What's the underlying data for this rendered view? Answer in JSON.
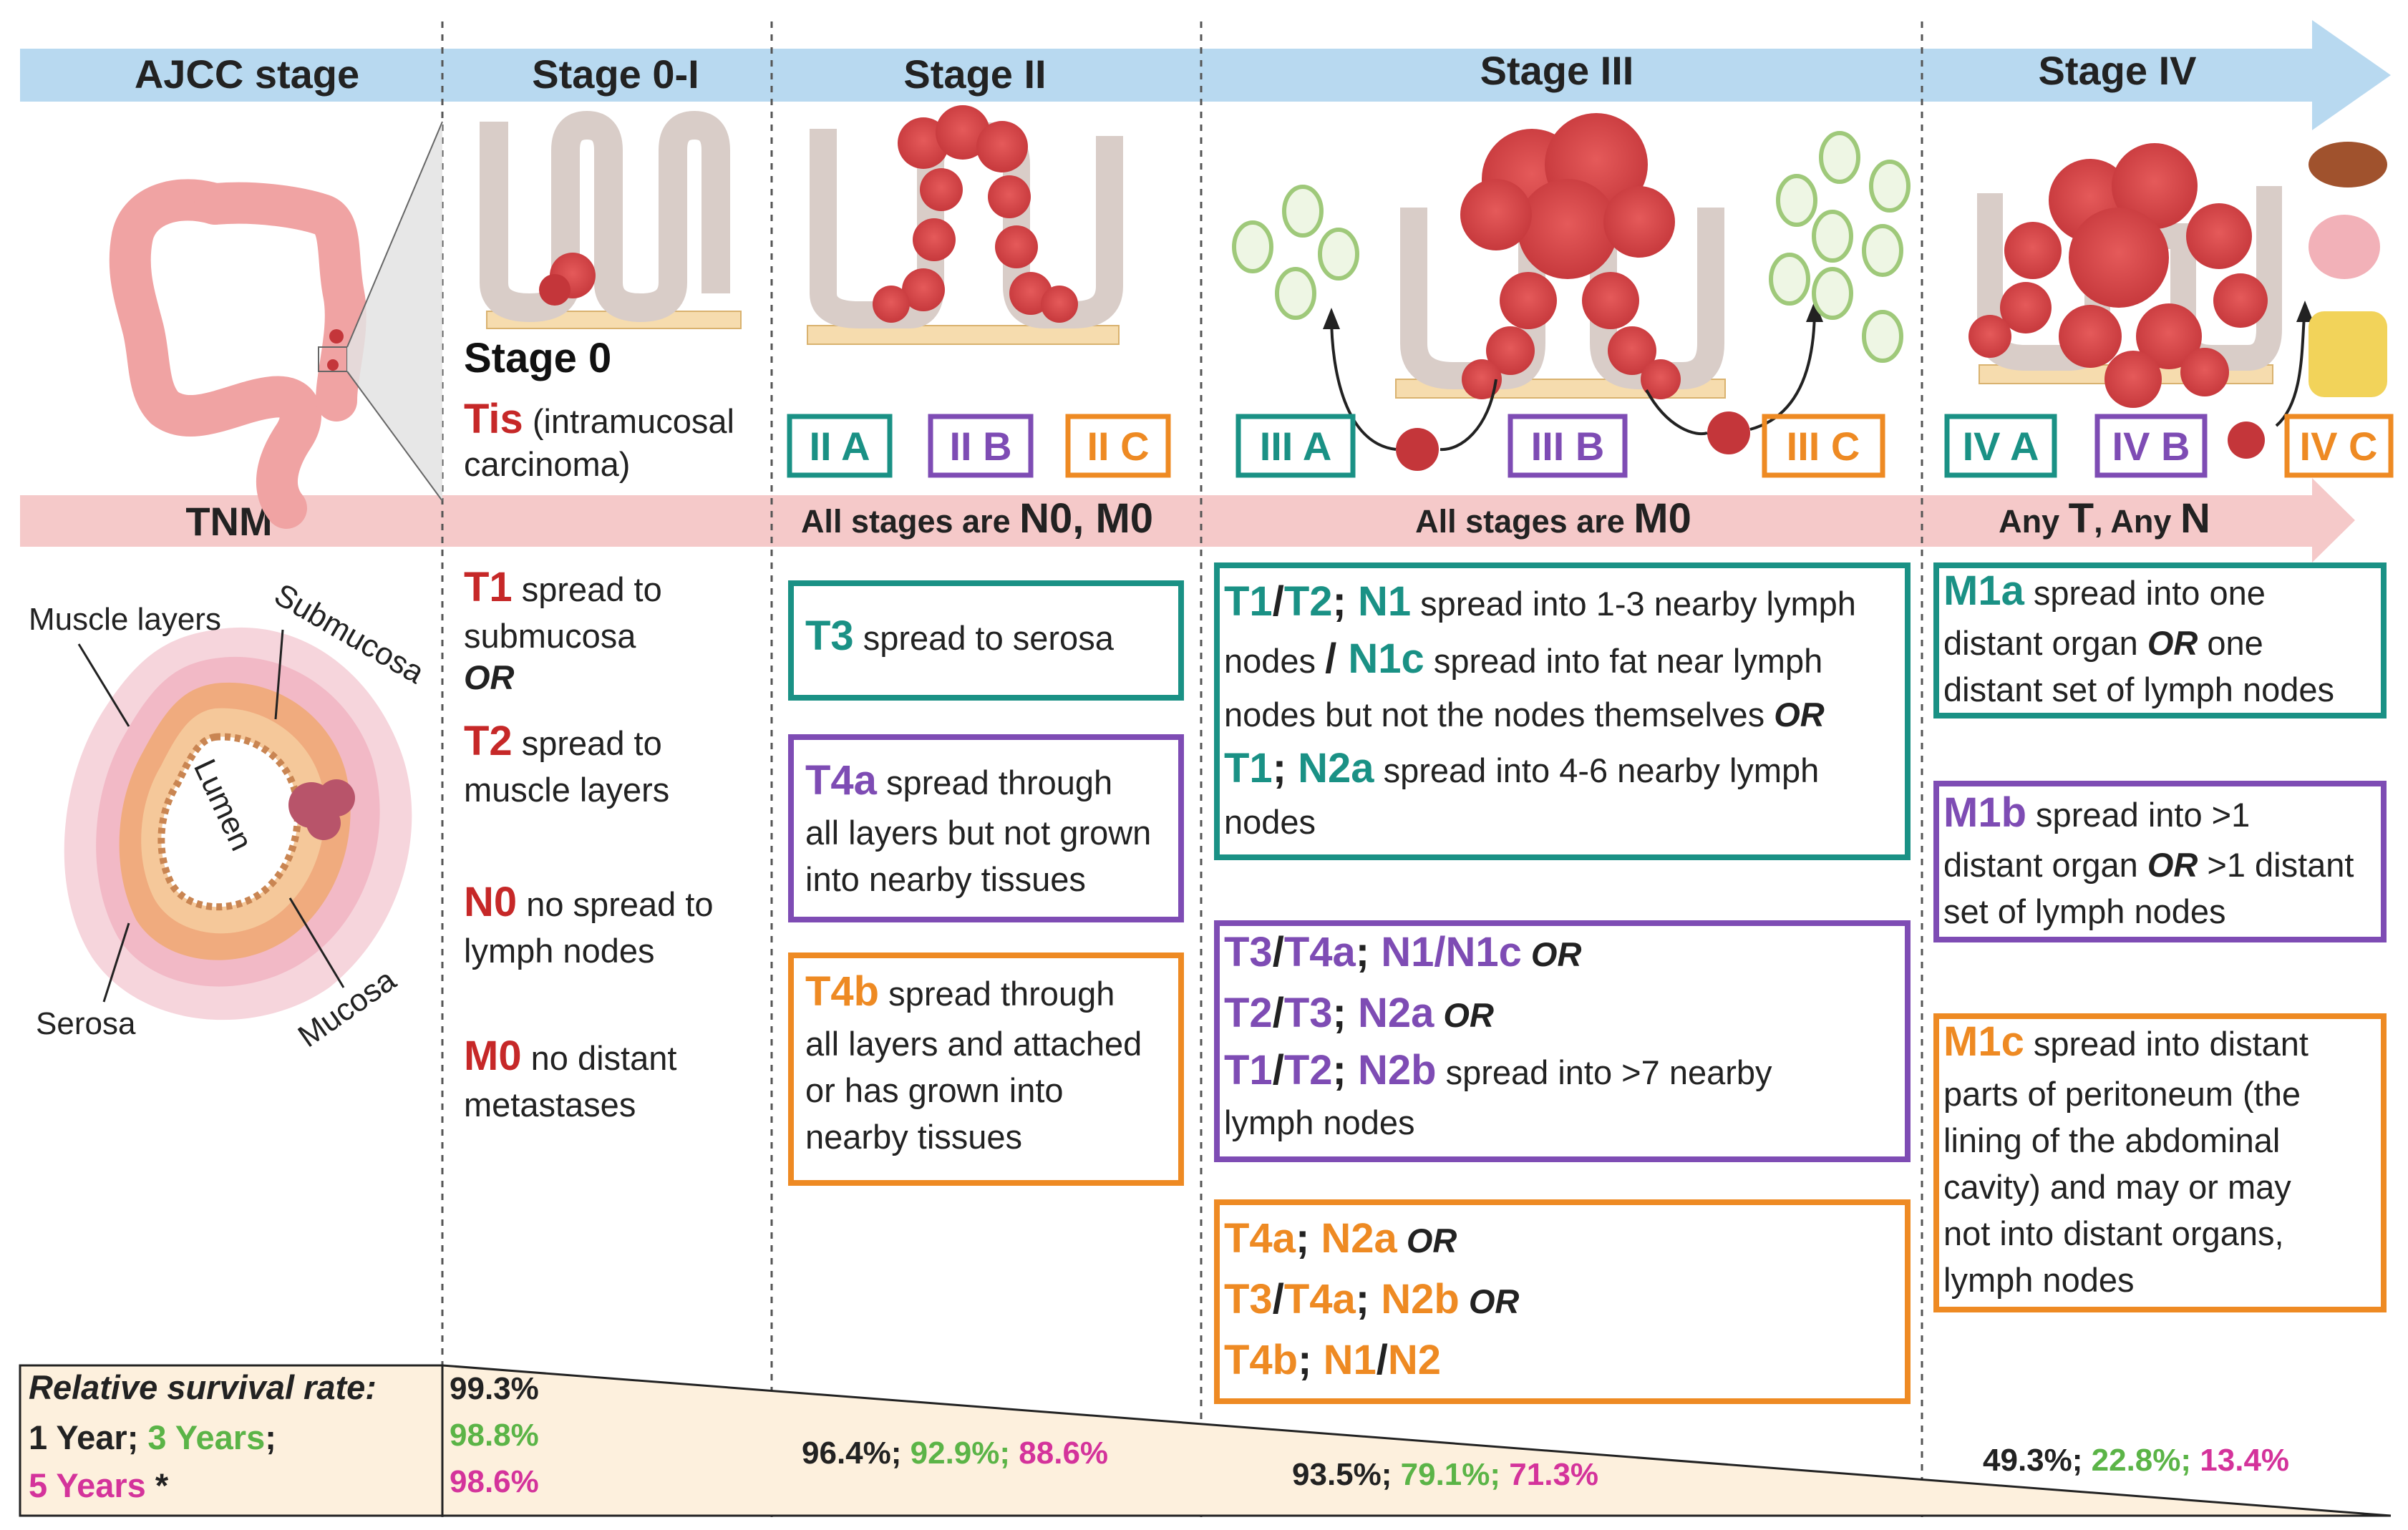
{
  "header": {
    "ajcc": "AJCC stage",
    "stage0": "Stage 0-I",
    "stage2": "Stage II",
    "stage3": "Stage III",
    "stage4": "Stage IV"
  },
  "tnm_bar": {
    "label": "TNM",
    "stage2_a": "All stages are ",
    "stage2_b": "N0, M0",
    "stage3_a": "All stages are ",
    "stage3_b": "M0",
    "stage4_a": "Any ",
    "stage4_b": "T",
    "stage4_c": ", Any ",
    "stage4_d": "N"
  },
  "stage0": {
    "title": "Stage 0",
    "tis": "Tis",
    "tis_desc_1": " (intramucosal",
    "tis_desc_2": "carcinoma)",
    "t1": "T1",
    "t1_desc_1": " spread to",
    "t1_desc_2": "submucosa",
    "or": "OR",
    "t2": "T2",
    "t2_desc_1": " spread to",
    "t2_desc_2": "muscle layers",
    "n0": "N0",
    "n0_desc_1": " no spread to",
    "n0_desc_2": "lymph nodes",
    "m0": "M0",
    "m0_desc_1": " no distant",
    "m0_desc_2": "metastases"
  },
  "substages": {
    "iia": "II A",
    "iib": "II B",
    "iic": "II C",
    "iiia": "III A",
    "iiib": "III B",
    "iiic": "III C",
    "iva": "IV A",
    "ivb": "IV B",
    "ivc": "IV C"
  },
  "stage2": {
    "t3": "T3",
    "t3_desc": " spread to serosa",
    "t4a": "T4a",
    "t4a_l1": " spread through",
    "t4a_l2": "all layers but not grown",
    "t4a_l3": "into nearby tissues",
    "t4b": "T4b",
    "t4b_l1": " spread through",
    "t4b_l2": "all layers and attached",
    "t4b_l3": "or has grown into",
    "t4b_l4": "nearby tissues"
  },
  "stage3": {
    "a_t1": "T1",
    "a_slash1": "/",
    "a_t2": "T2",
    "a_semi1": "; ",
    "a_n1": "N1",
    "a_l1": " spread into 1-3 nearby lymph",
    "a_l2a": "nodes ",
    "a_l2b": "/ ",
    "a_n1c": "N1c",
    "a_l2c": " spread into fat near lymph",
    "a_l3": "nodes but not the nodes themselves ",
    "a_or": "OR",
    "a_t1b": "T1",
    "a_semi2": "; ",
    "a_n2a": "N2a",
    "a_l4": " spread into 4-6 nearby lymph",
    "a_l5": "nodes",
    "b_t3": "T3",
    "b_slash": "/",
    "b_t4a": "T4a",
    "b_semi": "; ",
    "b_n1": "N1/N1c",
    "b_or1": " OR",
    "b_t2": "T2",
    "b_slash2": "/",
    "b_t3b": "T3",
    "b_semi2": "; ",
    "b_n2a": "N2a",
    "b_or2": " OR",
    "b_t1": "T1",
    "b_slash3": "/",
    "b_t2b": "T2",
    "b_semi3": "; ",
    "b_n2b": "N2b",
    "b_l3": " spread into >7 nearby",
    "b_l4": "lymph nodes",
    "c_t4a": "T4a",
    "c_semi1": "; ",
    "c_n2a": "N2a",
    "c_or1": " OR",
    "c_t3": "T3",
    "c_slash": "/",
    "c_t4a2": "T4a",
    "c_semi2": "; ",
    "c_n2b": "N2b",
    "c_or2": " OR",
    "c_t4b": "T4b",
    "c_semi3": "; ",
    "c_n1": "N1",
    "c_slash2": "/",
    "c_n2": "N2"
  },
  "stage4": {
    "m1a": "M1a",
    "m1a_l1": " spread  into one",
    "m1a_l2a": "distant organ ",
    "m1a_or": "OR",
    "m1a_l2b": " one",
    "m1a_l3": "distant set of lymph nodes",
    "m1b": "M1b",
    "m1b_l1": " spread into >1",
    "m1b_l2a": "distant organ ",
    "m1b_or": "OR",
    "m1b_l2b": " >1 distant",
    "m1b_l3": "set of lymph nodes",
    "m1c": "M1c",
    "m1c_l1": " spread into distant",
    "m1c_l2": "parts of peritoneum (the",
    "m1c_l3": "lining of the abdominal",
    "m1c_l4": "cavity) and may or may",
    "m1c_l5": "not into distant organs,",
    "m1c_l6": "lymph nodes"
  },
  "anatomy": {
    "muscle_layers": "Muscle layers",
    "submucosa": "Submucosa",
    "lumen": "Lumen",
    "serosa": "Serosa",
    "mucosa": "Mucosa"
  },
  "survival": {
    "title": "Relative survival rate:",
    "one_year": "1 Year",
    "sep1": "; ",
    "three_years": "3 Years",
    "sep2": ";",
    "five_years": "5 Years",
    "asterisk": " *",
    "s0_1": "99.3%",
    "s0_3": "98.8%",
    "s0_5": "98.6%",
    "s2_1": "96.4%; ",
    "s2_3": "92.9%; ",
    "s2_5": "88.6%",
    "s3_1": "93.5%; ",
    "s3_3": "79.1%; ",
    "s3_5": "71.3%",
    "s4_1": "49.3%; ",
    "s4_3": "22.8%; ",
    "s4_5": "13.4%"
  },
  "colors": {
    "teal": "#1a9185",
    "purple": "#7e4cb4",
    "orange": "#ee8a23",
    "red": "#c62828",
    "green": "#5bb447",
    "magenta": "#d4339b",
    "header_blue": "#b8d9f0",
    "tnm_pink": "#f5c9c9",
    "survival_bg": "#fdf0dd"
  }
}
